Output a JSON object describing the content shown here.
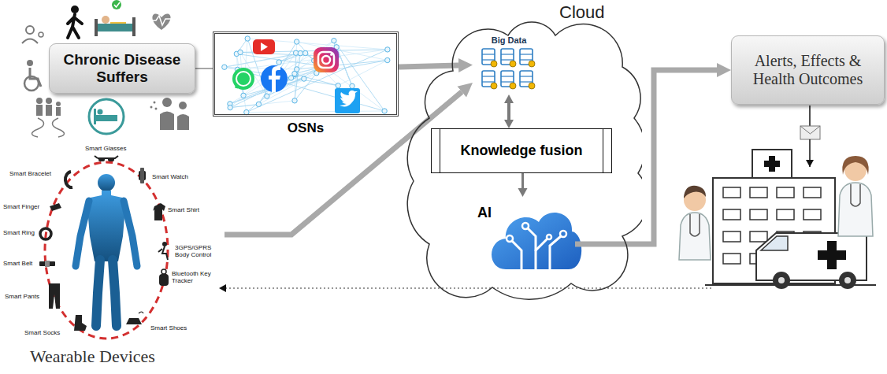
{
  "diagram": {
    "nodes": [
      {
        "text": [
          "Chronic Disease Suffers"
        ]
      },
      {
        "text": [
          "OSNs"
        ]
      },
      {
        "text": [
          "Cloud"
        ]
      },
      {
        "text": [
          "Big Data"
        ],
        "in": 2
      },
      {
        "text": [
          "Knowledge fusion"
        ],
        "in": 2
      },
      {
        "text": [
          "AI"
        ],
        "in": 2
      },
      {
        "text": [
          "Alerts, Effects & Health Outcomes"
        ]
      },
      {
        "text": [
          "Wearable Devices"
        ]
      }
    ],
    "edges": [
      {
        "from": 0,
        "to": 1,
        "arrow": "none"
      },
      {
        "from": 1,
        "to": 3,
        "arrow": "to"
      },
      {
        "from": 7,
        "to": 3,
        "arrow": "to"
      },
      {
        "from": 3,
        "to": 4,
        "arrow": "both"
      },
      {
        "from": 4,
        "to": 5,
        "arrow": "to"
      },
      {
        "from": 5,
        "to": 6,
        "arrow": "to"
      }
    ],
    "labels": [
      "Smart Glasses",
      "Smart Watch",
      "Smart Shirt",
      "3GPS/GPRS Body Control",
      "Bluetooth Key Tracker",
      "Smart Shoes",
      "Smart Socks",
      "Smart Pants",
      "Smart Belt",
      "Smart Ring",
      "Smart Finger",
      "Smart Bracelet"
    ]
  }
}
